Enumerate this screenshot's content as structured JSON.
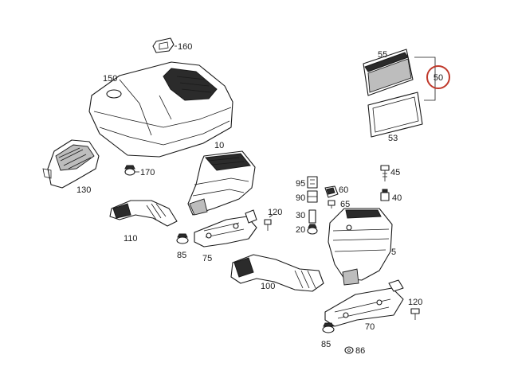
{
  "diagram": {
    "highlight_color": "#c0392b",
    "line_color": "#1a1a1a",
    "labels": {
      "p160": "160",
      "p150": "150",
      "p130": "130",
      "p170": "170",
      "p10": "10",
      "p110": "110",
      "p85a": "85",
      "p75": "75",
      "p120a": "120",
      "p100": "100",
      "p95": "95",
      "p90": "90",
      "p60": "60",
      "p65": "65",
      "p30": "30",
      "p20": "20",
      "p45": "45",
      "p40": "40",
      "p5": "5",
      "p55": "55",
      "p50": "50",
      "p53": "53",
      "p120b": "120",
      "p70": "70",
      "p85b": "85",
      "p86": "86"
    }
  }
}
